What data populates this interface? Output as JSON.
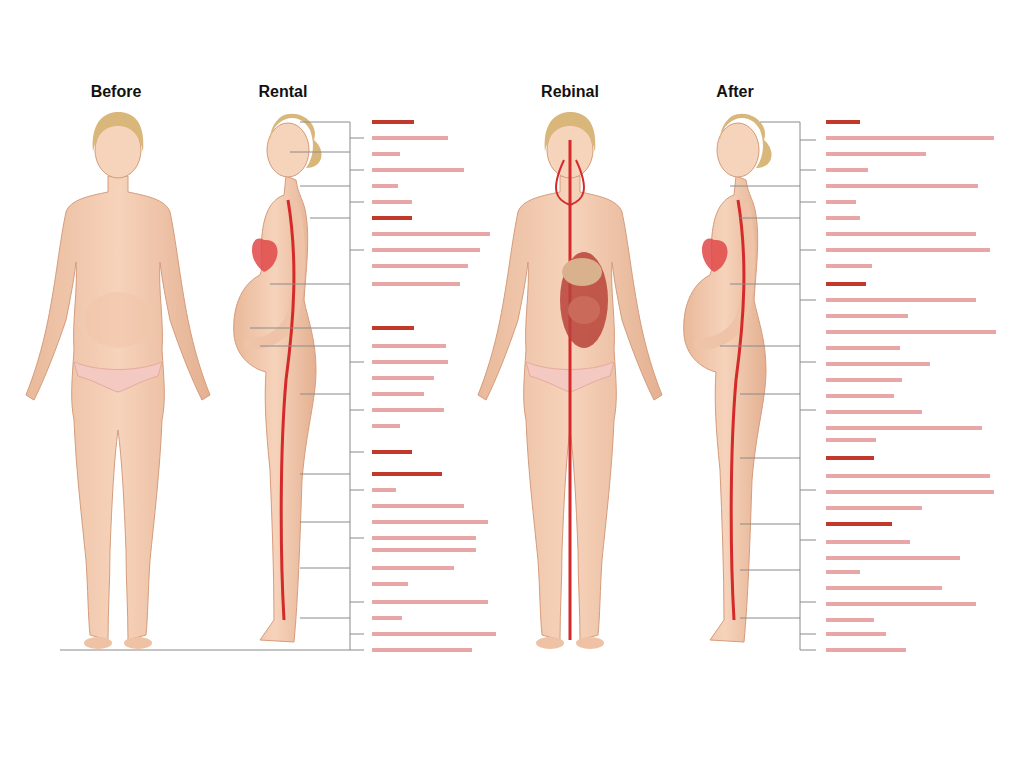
{
  "diagram": {
    "labels": [
      "Before",
      "Rental",
      "Rebinal",
      "After"
    ]
  }
}
